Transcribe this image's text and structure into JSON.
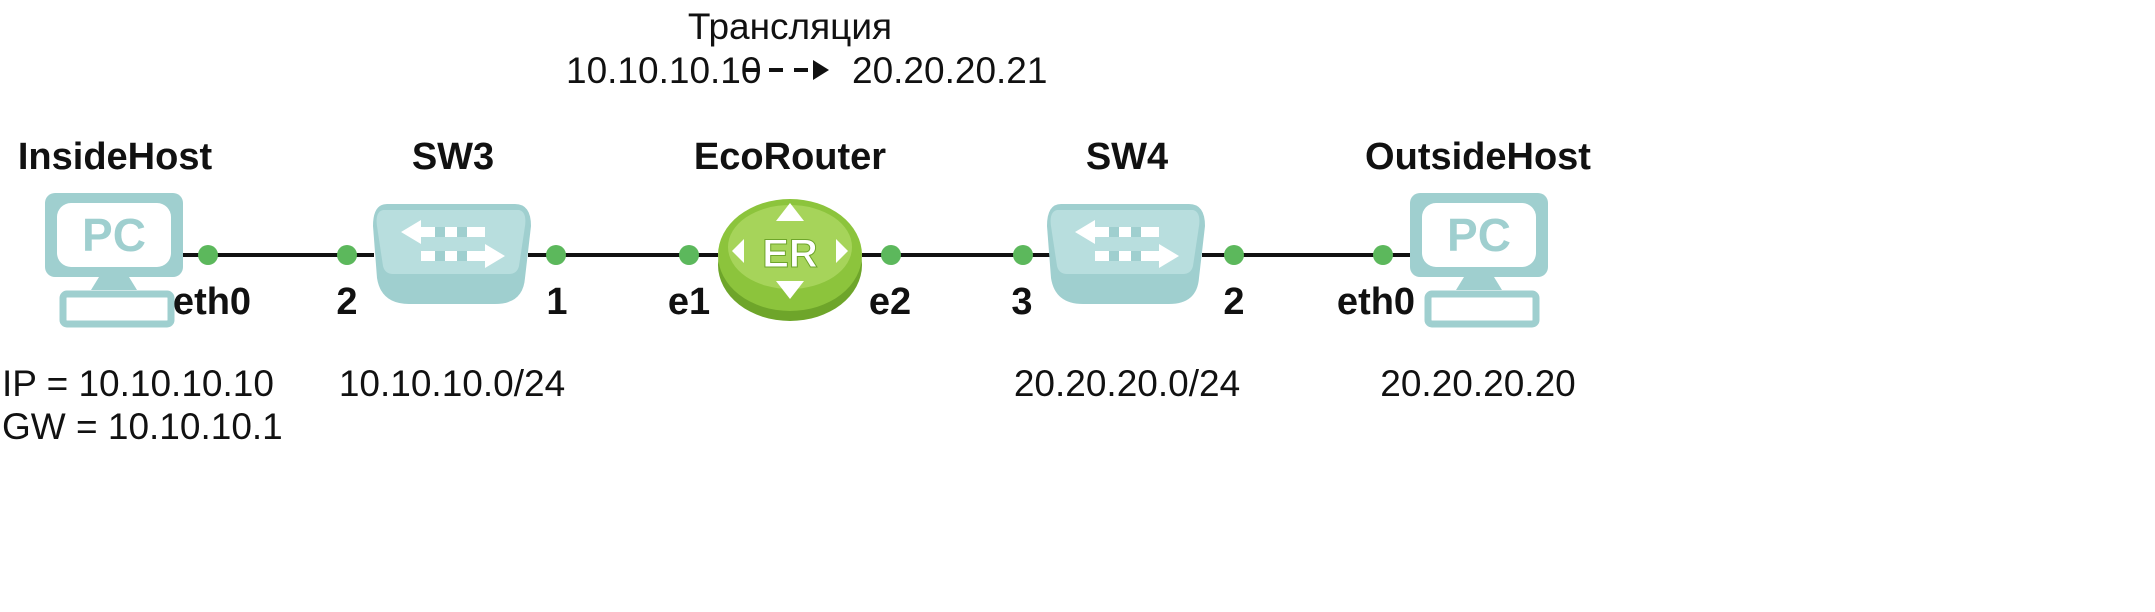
{
  "translation": {
    "title": "Трансляция",
    "source_ip": "10.10.10.10",
    "target_ip": "20.20.20.21"
  },
  "devices": {
    "inside_host": {
      "name": "InsideHost",
      "icon": "pc-icon",
      "icon_label": "PC"
    },
    "sw3": {
      "name": "SW3",
      "icon": "switch-icon"
    },
    "eco_router": {
      "name": "EcoRouter",
      "icon": "router-icon",
      "icon_label": "ER"
    },
    "sw4": {
      "name": "SW4",
      "icon": "switch-icon"
    },
    "outside_host": {
      "name": "OutsideHost",
      "icon": "pc-icon",
      "icon_label": "PC"
    }
  },
  "ports": {
    "inside_host_eth0": "eth0",
    "sw3_left": "2",
    "sw3_right": "1",
    "router_e1": "e1",
    "router_e2": "e2",
    "sw4_left": "3",
    "sw4_right": "2",
    "outside_host_eth0": "eth0"
  },
  "addresses": {
    "inside_ip": "IP = 10.10.10.10",
    "inside_gw": "GW = 10.10.10.1",
    "inside_net": "10.10.10.0/24",
    "outside_net": "20.20.20.0/24",
    "outside_ip": "20.20.20.20"
  },
  "colors": {
    "device_teal": "#9fcfcf",
    "device_teal_dark": "#7dbcbc",
    "router_green": "#8cc43c",
    "router_green_dark": "#6ea52a",
    "link": "#111111",
    "port_dot": "#5cb85c"
  }
}
